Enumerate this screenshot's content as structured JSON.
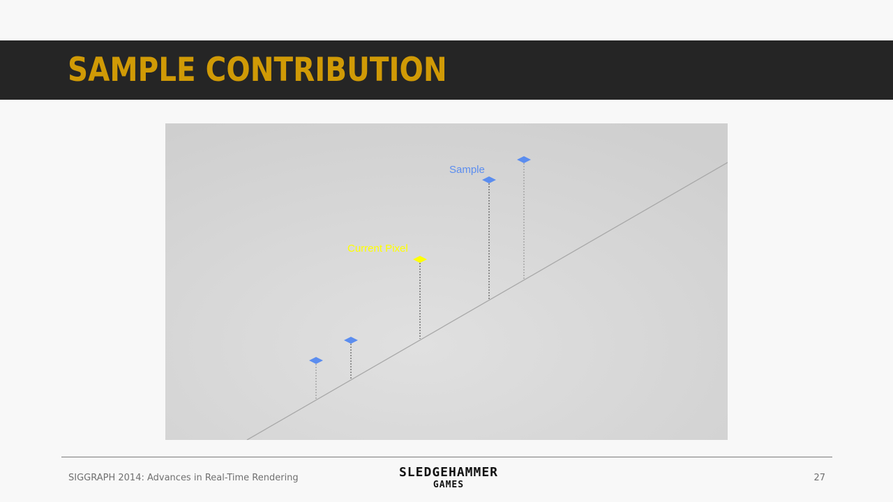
{
  "slide": {
    "title": "SAMPLE CONTRIBUTION"
  },
  "figure": {
    "sample_label": "Sample",
    "current_pixel_label": "Current Pixel",
    "colors": {
      "sample": "#5b8def",
      "current_pixel": "#ffff00",
      "surface_line": "#a8a8a8",
      "background": "#dcdcdc"
    }
  },
  "footer": {
    "left_text": "SIGGRAPH 2014: Advances in Real-Time Rendering",
    "logo_line1": "SLEDGEHAMMER",
    "logo_line2": "GAMES",
    "page_number": "27"
  },
  "colors": {
    "title_bar": "#252525",
    "title_text": "#d09a06",
    "slide_background": "#f8f8f8"
  }
}
